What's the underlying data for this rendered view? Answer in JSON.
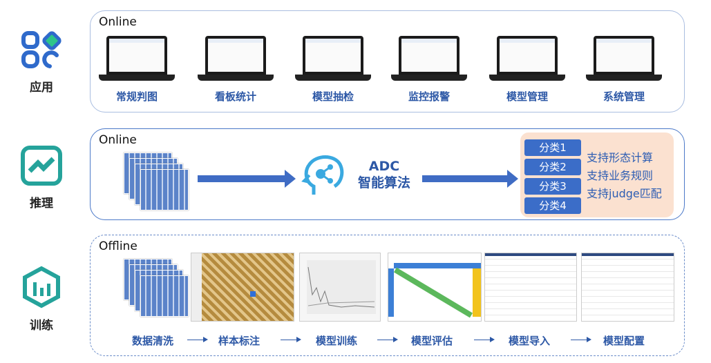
{
  "side": {
    "app": "应用",
    "infer": "推理",
    "train": "训练"
  },
  "app_panel": {
    "title": "Online",
    "items": [
      "常规判图",
      "看板统计",
      "模型抽检",
      "监控报警",
      "模型管理",
      "系统管理"
    ]
  },
  "infer_panel": {
    "title": "Online",
    "algo_line1": "ADC",
    "algo_line2": "智能算法",
    "classes": [
      "分类1",
      "分类2",
      "分类3",
      "分类4"
    ],
    "supports": [
      "支持形态计算",
      "支持业务规则",
      "支持judge匹配"
    ]
  },
  "train_panel": {
    "title": "Offline",
    "steps": [
      "数据清洗",
      "样本标注",
      "模型训练",
      "模型评估",
      "模型导入",
      "模型配置"
    ]
  },
  "colors": {
    "blue": "#2d58a6",
    "teal": "#25a39b",
    "peach": "#fbe1d0"
  }
}
